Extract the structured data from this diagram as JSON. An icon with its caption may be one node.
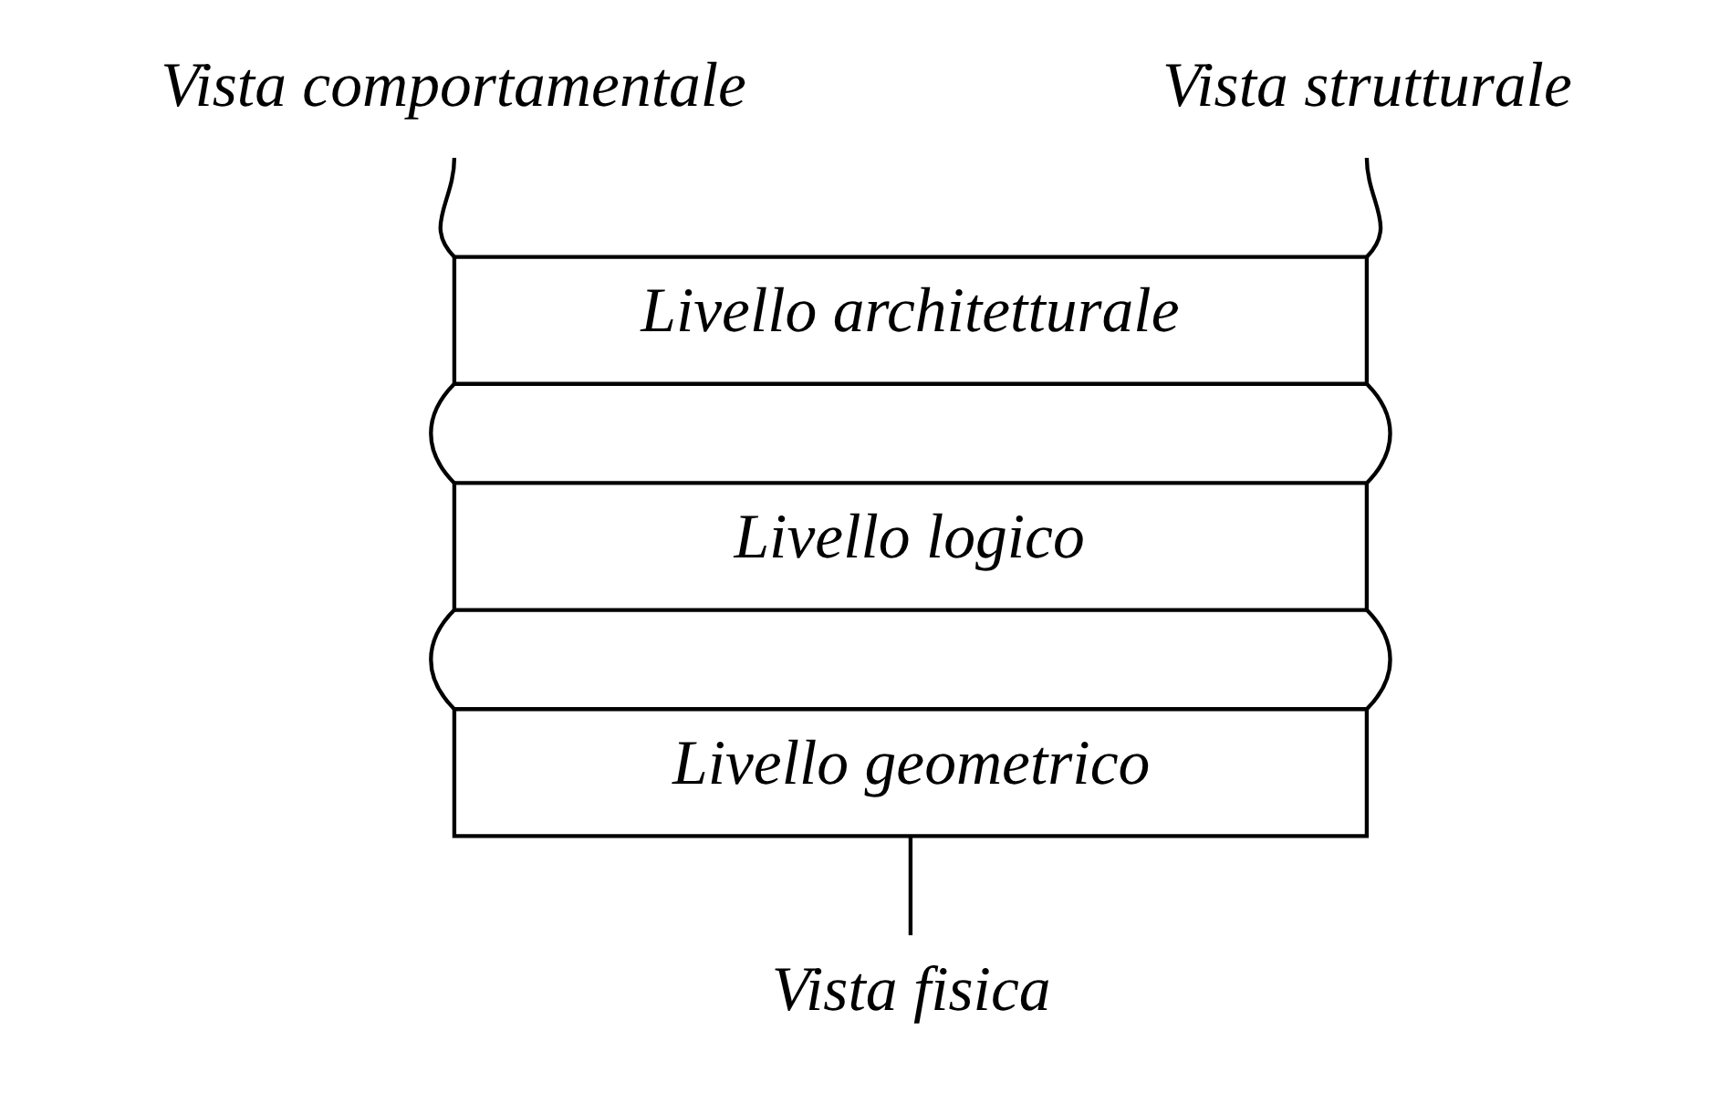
{
  "diagram": {
    "nodes": [
      {
        "text": [
          "Vista comportamentale"
        ]
      },
      {
        "text": [
          "Vista strutturale"
        ]
      },
      {
        "text": [
          "Livello architetturale"
        ]
      },
      {
        "text": [
          "Livello logico"
        ]
      },
      {
        "text": [
          "Livello geometrico"
        ]
      },
      {
        "text": [
          "Vista fisica"
        ]
      }
    ],
    "edges": [
      {
        "from": 0,
        "to": 2,
        "arrow": "none"
      },
      {
        "from": 1,
        "to": 2,
        "arrow": "none"
      },
      {
        "from": 2,
        "to": 3,
        "arrow": "none"
      },
      {
        "from": 2,
        "to": 3,
        "arrow": "none"
      },
      {
        "from": 3,
        "to": 4,
        "arrow": "none"
      },
      {
        "from": 3,
        "to": 4,
        "arrow": "none"
      },
      {
        "from": 4,
        "to": 5,
        "arrow": "none"
      }
    ]
  }
}
